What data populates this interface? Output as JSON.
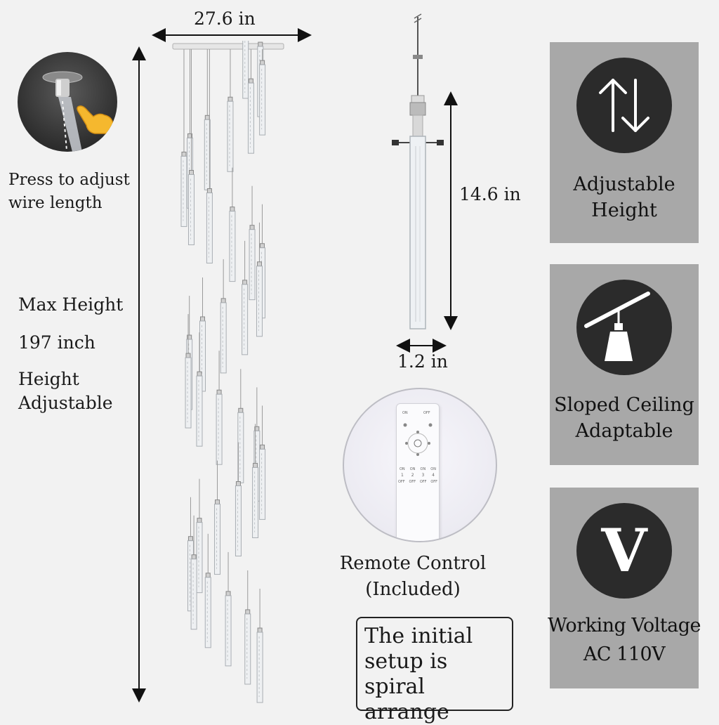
{
  "dimensions": {
    "width": "27.6 in",
    "pendant_height": "14.6 in",
    "pendant_width": "1.2 in"
  },
  "adjust_note": {
    "line1": "Press to adjust",
    "line2": "wire length"
  },
  "max_height": {
    "line1": "Max Height",
    "line2": "197 inch",
    "line3": "Height",
    "line4": "Adjustable"
  },
  "features": [
    {
      "icon": "up-down-arrows-icon",
      "line1": "Adjustable",
      "line2": "Height"
    },
    {
      "icon": "sloped-ceiling-lamp-icon",
      "line1": "Sloped Ceiling",
      "line2": "Adaptable"
    },
    {
      "icon": "voltage-v-icon",
      "glyph": "V",
      "line1": "Working Voltage",
      "line2": "AC 110V"
    }
  ],
  "remote": {
    "line1": "Remote Control",
    "line2": "(Included)",
    "on": "ON",
    "off": "OFF",
    "zone_on": [
      "ON",
      "ON",
      "ON",
      "ON"
    ],
    "zones": [
      "1",
      "2",
      "3",
      "4"
    ],
    "zone_off": [
      "OFF",
      "OFF",
      "OFF",
      "OFF"
    ]
  },
  "setup": {
    "line1": "The initial",
    "line2": "setup is",
    "line3": "spiral arrange"
  },
  "colors": {
    "panel": "#a8a8a8",
    "icon_circle": "#2b2b2b",
    "accent_finger": "#f5b82e"
  }
}
